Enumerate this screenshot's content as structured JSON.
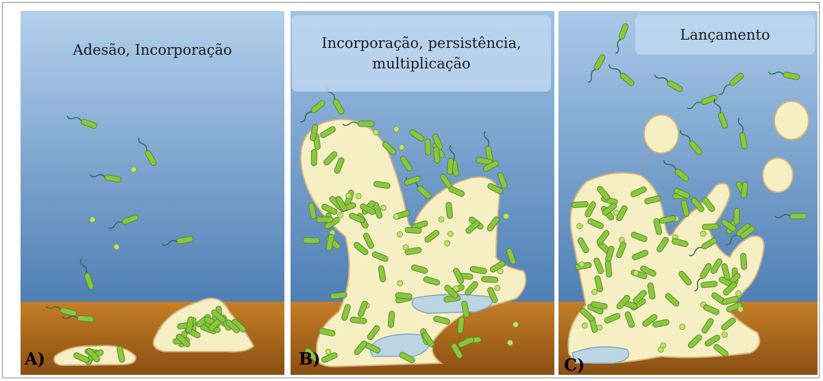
{
  "panels": [
    {
      "letter": "A)",
      "caption": "Adesão, Incorporação"
    },
    {
      "letter": "B)",
      "caption": "Incorporação, persistência, multiplicação"
    },
    {
      "letter": "C)",
      "caption": "Lançamento"
    }
  ],
  "colors": {
    "water_top": "#a9c9e8",
    "water_bottom": "#4f82b8",
    "substrate": "#b8741f",
    "biofilm": "#f6efc3",
    "bacteria": "#8cc63f"
  }
}
